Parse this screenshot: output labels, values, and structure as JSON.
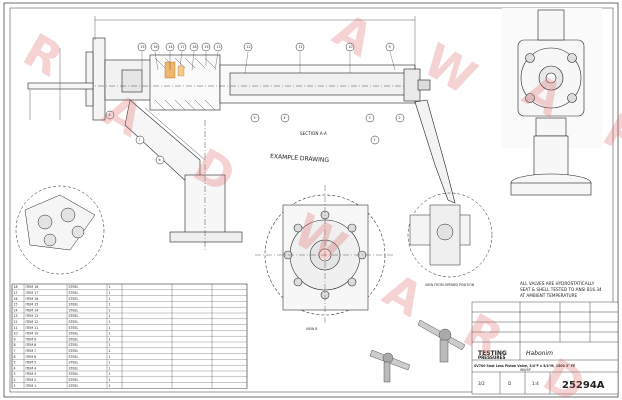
{
  "watermark": {
    "letters": [
      "R",
      "A",
      "D",
      "W",
      "A",
      "R",
      "D"
    ],
    "color": "#e06565"
  },
  "drawing": {
    "section_label": "SECTION A-A",
    "example_label": "EXAMPLE DRAWING",
    "view_label": "VIEW FROM OPENED POSITION",
    "detail_label": "VIEW B",
    "balloons": [
      "15",
      "16",
      "14",
      "17",
      "18",
      "19",
      "13",
      "12",
      "11",
      "10",
      "9",
      "8",
      "7",
      "6",
      "5",
      "4",
      "3",
      "2",
      "1"
    ]
  },
  "notes": {
    "line1": "ALL VALVES ARE HYDROSTATICALLY",
    "line2": "SEAT & SHELL TESTED TO ANSI B16.34",
    "line3": "AT AMBIENT TEMPERATURE"
  },
  "bom": {
    "rows": [
      [
        "18",
        "ITEM 18",
        "STEEL",
        "1",
        "",
        "",
        ""
      ],
      [
        "17",
        "ITEM 17",
        "STEEL",
        "1",
        "",
        "",
        ""
      ],
      [
        "16",
        "ITEM 16",
        "STEEL",
        "1",
        "",
        "",
        ""
      ],
      [
        "15",
        "ITEM 15",
        "STEEL",
        "1",
        "",
        "",
        ""
      ],
      [
        "14",
        "ITEM 14",
        "STEEL",
        "1",
        "",
        "",
        ""
      ],
      [
        "13",
        "ITEM 13",
        "STEEL",
        "1",
        "",
        "",
        ""
      ],
      [
        "12",
        "ITEM 12",
        "STEEL",
        "1",
        "",
        "",
        ""
      ],
      [
        "11",
        "ITEM 11",
        "STEEL",
        "1",
        "",
        "",
        ""
      ],
      [
        "10",
        "ITEM 10",
        "STEEL",
        "1",
        "",
        "",
        ""
      ],
      [
        "9",
        "ITEM 9",
        "STEEL",
        "1",
        "",
        "",
        ""
      ],
      [
        "8",
        "ITEM 8",
        "STEEL",
        "1",
        "",
        "",
        ""
      ],
      [
        "7",
        "ITEM 7",
        "STEEL",
        "1",
        "",
        "",
        ""
      ],
      [
        "6",
        "ITEM 6",
        "STEEL",
        "1",
        "",
        "",
        ""
      ],
      [
        "5",
        "ITEM 5",
        "STEEL",
        "1",
        "",
        "",
        ""
      ],
      [
        "4",
        "ITEM 4",
        "STEEL",
        "1",
        "",
        "",
        ""
      ],
      [
        "3",
        "ITEM 3",
        "STEEL",
        "1",
        "",
        "",
        ""
      ],
      [
        "2",
        "ITEM 2",
        "STEEL",
        "1",
        "",
        "",
        ""
      ],
      [
        "1",
        "ITEM 1",
        "STEEL",
        "1",
        "",
        "",
        ""
      ]
    ]
  },
  "title_block": {
    "company": "Habonim",
    "testing": "TESTING",
    "pressures": "PRESSURES",
    "description": "SV700 Seat Less Piston Valve, 3/4\"F x 3/4\"M, 1500 3\" FE",
    "subtitle": "WN/SP",
    "drawing_number": "25294A",
    "sizes": [
      "3/2",
      "D",
      "1:4"
    ]
  }
}
